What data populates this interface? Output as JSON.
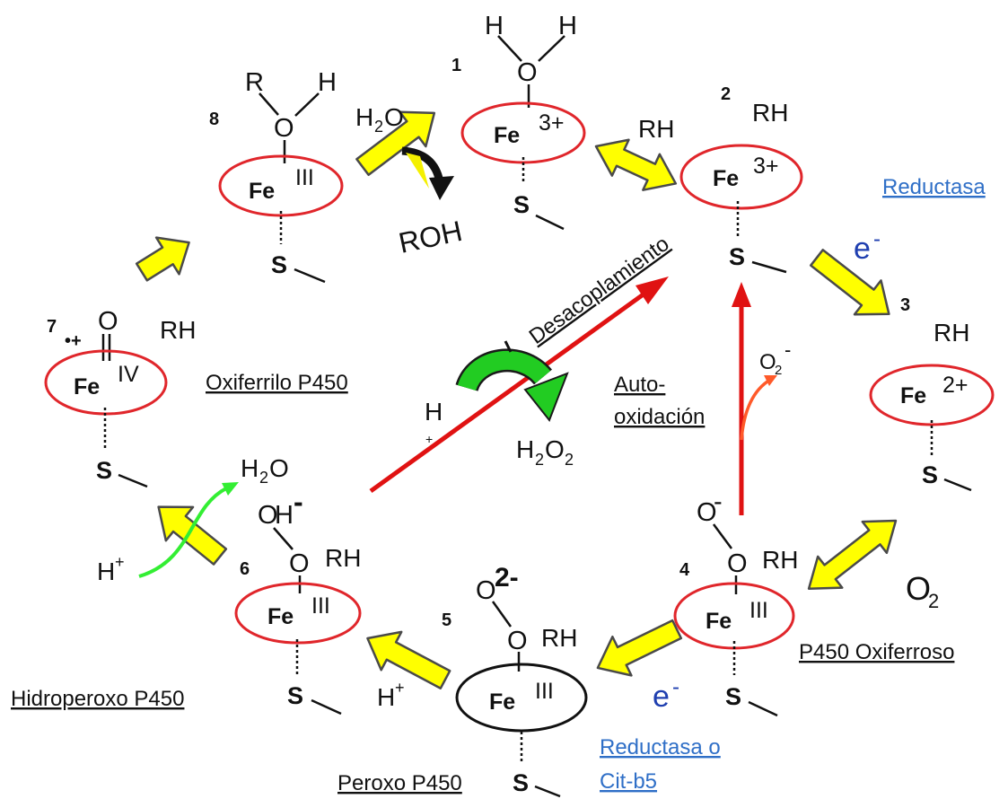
{
  "iron": {
    "symbol": "Fe",
    "oxidation": {
      "ferric": "3+",
      "ferrous": "2+",
      "three": "III",
      "four": "IV"
    }
  },
  "atoms": {
    "O": "O",
    "H": "H",
    "R": "R",
    "S": "S"
  },
  "charges": {
    "minus": "-",
    "two_minus": "2-",
    "radical_plus": "•+"
  },
  "intermediates": [
    {
      "number": "1"
    },
    {
      "number": "2"
    },
    {
      "number": "3"
    },
    {
      "number": "4"
    },
    {
      "number": "5"
    },
    {
      "number": "6"
    },
    {
      "number": "7"
    },
    {
      "number": "8"
    }
  ],
  "substrate": "RH",
  "labels": {
    "oxiferrilo": "Oxiferrilo P450",
    "oxiferroso": "P450 Oxiferroso",
    "hidroperoxo": "Hidroperoxo P450",
    "peroxo": "Peroxo P450",
    "desacoplamiento": "Desacoplamiento",
    "auto_line1": "Auto-",
    "auto_line2": "oxidación",
    "reductasa": "Reductasa",
    "reductasa_o": "Reductasa o",
    "cit_b5": "Cit-b5"
  },
  "species": {
    "h2o_H": "H",
    "h2o_2": "2",
    "h2o_O": "O",
    "roh": "ROH",
    "h_plus_H": "H",
    "h_plus_sign": "+",
    "h2o2_H": "H",
    "h2o2_2a": "2",
    "h2o2_O": "O",
    "h2o2_2b": "2",
    "o2_O": "O",
    "o2_2": "2",
    "superoxide_O": "O",
    "superoxide_2": "2",
    "superoxide_minus": "-",
    "electron_e": "e",
    "electron_minus": "-",
    "proton_H": "H",
    "proton_plus": "+"
  },
  "colors": {
    "heme_ring": "#e0262b",
    "peroxo_ring": "#111111",
    "cycle_arrow": "#ffff00",
    "uncoupling_arrow": "#e01212",
    "green_arrow": "#22cc22",
    "superoxide_arrow": "#ff5a2a",
    "link_text": "#2f6fc7",
    "electron_text": "#1f3fb0"
  }
}
